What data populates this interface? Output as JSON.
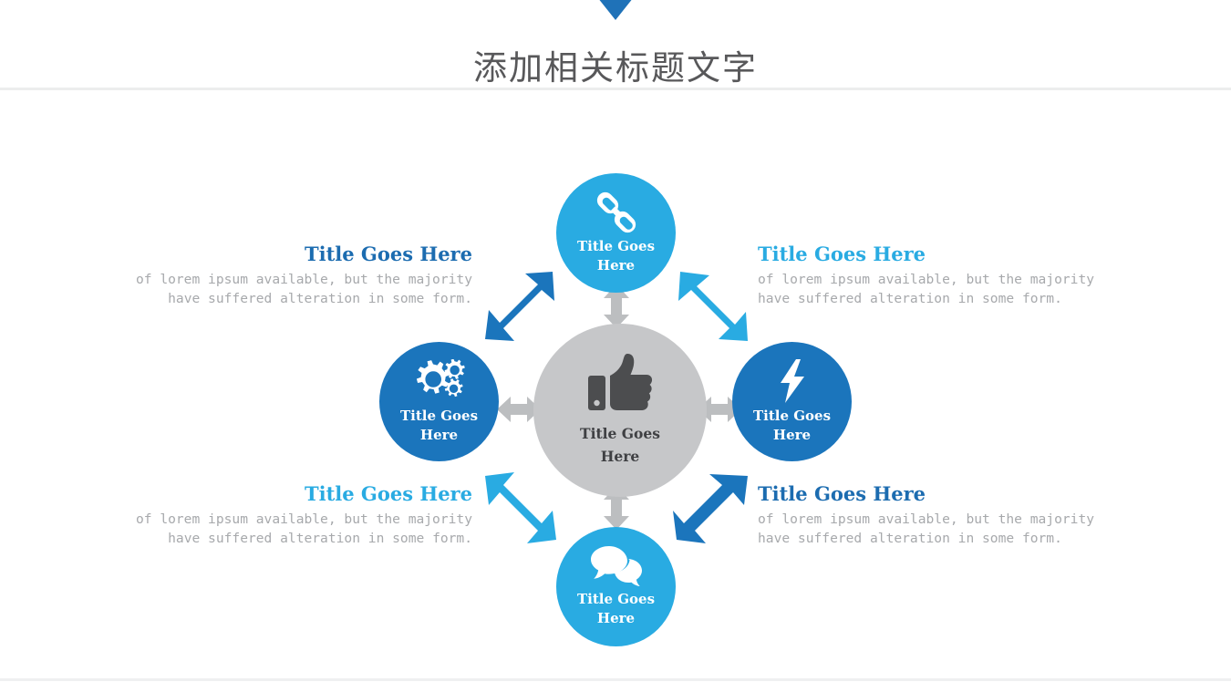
{
  "header": {
    "marker_icon": "triangle-down-marker",
    "title": "添加相关标题文字",
    "marker_color": "#1f72b8",
    "title_color": "#58585a"
  },
  "diagram": {
    "type": "hub-and-spoke",
    "center": {
      "label": "Title Goes\nHere",
      "icon": "thumbs-up-icon",
      "color": "#c6c7c9",
      "text_color": "#3f4043"
    },
    "nodes": [
      {
        "position": "top",
        "label": "Title Goes\nHere",
        "icon": "link-chain-icon",
        "color": "#29abe2"
      },
      {
        "position": "right",
        "label": "Title Goes\nHere",
        "icon": "lightning-bolt-icon",
        "color": "#1b75bc"
      },
      {
        "position": "bottom",
        "label": "Title Goes\nHere",
        "icon": "speech-bubbles-icon",
        "color": "#29abe2"
      },
      {
        "position": "left",
        "label": "Title Goes\nHere",
        "icon": "gears-icon",
        "color": "#1b75bc"
      }
    ],
    "connectors": {
      "straight_color": "#bcbec0",
      "diagonal_colors": [
        "#1b75bc",
        "#29abe2",
        "#29abe2",
        "#1b75bc"
      ]
    }
  },
  "callouts": [
    {
      "position": "top-left",
      "title": "Title Goes Here",
      "title_color": "#1c6cb0",
      "body": "of lorem ipsum available, but the majority\nhave suffered alteration in some form."
    },
    {
      "position": "top-right",
      "title": "Title Goes Here",
      "title_color": "#29abe2",
      "body": "of lorem ipsum available, but the majority\nhave suffered alteration in some form."
    },
    {
      "position": "bottom-left",
      "title": "Title Goes Here",
      "title_color": "#29abe2",
      "body": "of lorem ipsum available, but the majority\nhave suffered alteration in some form."
    },
    {
      "position": "bottom-right",
      "title": "Title Goes Here",
      "title_color": "#1c6cb0",
      "body": "of lorem ipsum available, but the majority\nhave suffered alteration in some form."
    }
  ]
}
